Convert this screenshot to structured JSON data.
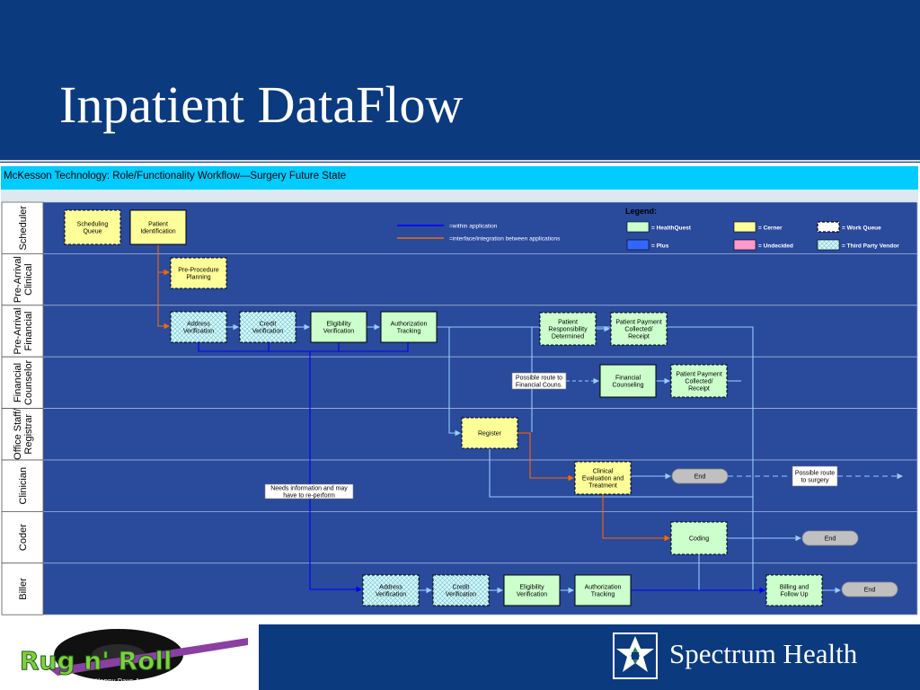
{
  "slide": {
    "title": "Inpatient DataFlow",
    "brand": "Spectrum Health",
    "left_logo_text": "Rug n' Roll",
    "left_logo_tagline": "Happy Days Are Here Again"
  },
  "diagram": {
    "header": "McKesson Technology:  Role/Functionality Workflow—Surgery Future State",
    "lanes": [
      {
        "id": "scheduler",
        "label_lines": [
          "Scheduler"
        ]
      },
      {
        "id": "pre-arrival-clinical",
        "label_lines": [
          "Pre-Arrival",
          "Clinical"
        ]
      },
      {
        "id": "pre-arrival-financial",
        "label_lines": [
          "Pre-Arrival",
          "Financial"
        ]
      },
      {
        "id": "financial-counselor",
        "label_lines": [
          "Financial",
          "Counselor"
        ]
      },
      {
        "id": "office-staff-registrar",
        "label_lines": [
          "Office Staff/",
          "Registrar"
        ]
      },
      {
        "id": "clinician",
        "label_lines": [
          "Clinician"
        ]
      },
      {
        "id": "coder",
        "label_lines": [
          "Coder"
        ]
      },
      {
        "id": "biller",
        "label_lines": [
          "Biller"
        ]
      }
    ],
    "nodes": [
      {
        "id": "scheduling-queue",
        "lines": [
          "Scheduling",
          "Queue"
        ],
        "style": "yellow-dashed"
      },
      {
        "id": "patient-identification",
        "lines": [
          "Patient",
          "Identification"
        ],
        "style": "yellow"
      },
      {
        "id": "pre-procedure-planning",
        "lines": [
          "Pre-Procedure",
          "Planning"
        ],
        "style": "yellow-dashed"
      },
      {
        "id": "address-verification-1",
        "lines": [
          "Address",
          "Verification"
        ],
        "style": "vendor"
      },
      {
        "id": "credit-verification-1",
        "lines": [
          "Credit",
          "Verification"
        ],
        "style": "vendor"
      },
      {
        "id": "eligibility-verification-1",
        "lines": [
          "Eligibility",
          "Verification"
        ],
        "style": "green"
      },
      {
        "id": "authorization-tracking-1",
        "lines": [
          "Authorization",
          "Tracking"
        ],
        "style": "green"
      },
      {
        "id": "patient-responsibility",
        "lines": [
          "Patient",
          "Responsibility",
          "Determined"
        ],
        "style": "green-dashed"
      },
      {
        "id": "payment-collected-1",
        "lines": [
          "Patient Payment",
          "Collected/",
          "Receipt"
        ],
        "style": "green-dashed"
      },
      {
        "id": "financial-counseling",
        "lines": [
          "Financial",
          "Counseling"
        ],
        "style": "green"
      },
      {
        "id": "payment-collected-2",
        "lines": [
          "Patient Payment",
          "Collected/",
          "Receipt"
        ],
        "style": "green-dashed"
      },
      {
        "id": "register",
        "lines": [
          "Register"
        ],
        "style": "yellow-dashed"
      },
      {
        "id": "clinical-evaluation",
        "lines": [
          "Clinical",
          "Evaluation and",
          "Treatment"
        ],
        "style": "yellow-dashed"
      },
      {
        "id": "coding",
        "lines": [
          "Coding"
        ],
        "style": "green-dashed"
      },
      {
        "id": "address-verification-2",
        "lines": [
          "Address",
          "Verification"
        ],
        "style": "vendor"
      },
      {
        "id": "credit-verification-2",
        "lines": [
          "Credit",
          "Verification"
        ],
        "style": "vendor"
      },
      {
        "id": "eligibility-verification-2",
        "lines": [
          "Eligibility",
          "Verification"
        ],
        "style": "green"
      },
      {
        "id": "authorization-tracking-2",
        "lines": [
          "Authorization",
          "Tracking"
        ],
        "style": "green"
      },
      {
        "id": "billing-follow-up",
        "lines": [
          "Billing and",
          "Follow Up"
        ],
        "style": "green-dashed"
      }
    ],
    "end_nodes": [
      {
        "id": "end-clinician",
        "label": "End"
      },
      {
        "id": "end-coder",
        "label": "End"
      },
      {
        "id": "end-biller",
        "label": "End"
      }
    ],
    "notes": [
      {
        "id": "note-financial-route",
        "lines": [
          "Possible route to",
          "Financial Couns."
        ]
      },
      {
        "id": "note-surgery-route",
        "lines": [
          "Possible route",
          "to surgery"
        ]
      },
      {
        "id": "note-reperform",
        "lines": [
          "Needs information and may",
          "have to re-perform"
        ]
      }
    ],
    "line_key": [
      {
        "id": "within-application",
        "label": "=within application",
        "color": "#0000ff"
      },
      {
        "id": "interface-integration",
        "label": "=interface/integration between applications",
        "color": "#ff6600"
      }
    ],
    "legend": {
      "title": "Legend:",
      "items": [
        {
          "id": "healthquest",
          "label": "= HealthQuest",
          "color": "#ccffcc"
        },
        {
          "id": "cerner",
          "label": "= Cerner",
          "color": "#ffff99"
        },
        {
          "id": "work-queue",
          "label": "= Work Queue",
          "color": "#ffffff"
        },
        {
          "id": "plus",
          "label": "= Plus",
          "color": "#3366ff"
        },
        {
          "id": "undecided",
          "label": "= Undecided",
          "color": "#ff99cc"
        },
        {
          "id": "third-party-vendor",
          "label": "= Third Party Vendor",
          "color": "#ccffff"
        }
      ]
    },
    "colors": {
      "lane_fill": "#2a4a9c",
      "lane_label_fill": "#ffffff",
      "green": "#ccffcc",
      "yellow": "#ffff99",
      "vendor": "#ccffff",
      "flow_blue": "#0000ff",
      "flow_orange": "#ff6600",
      "flow_light": "#99ccff",
      "end_fill": "#c0c0c0"
    }
  }
}
